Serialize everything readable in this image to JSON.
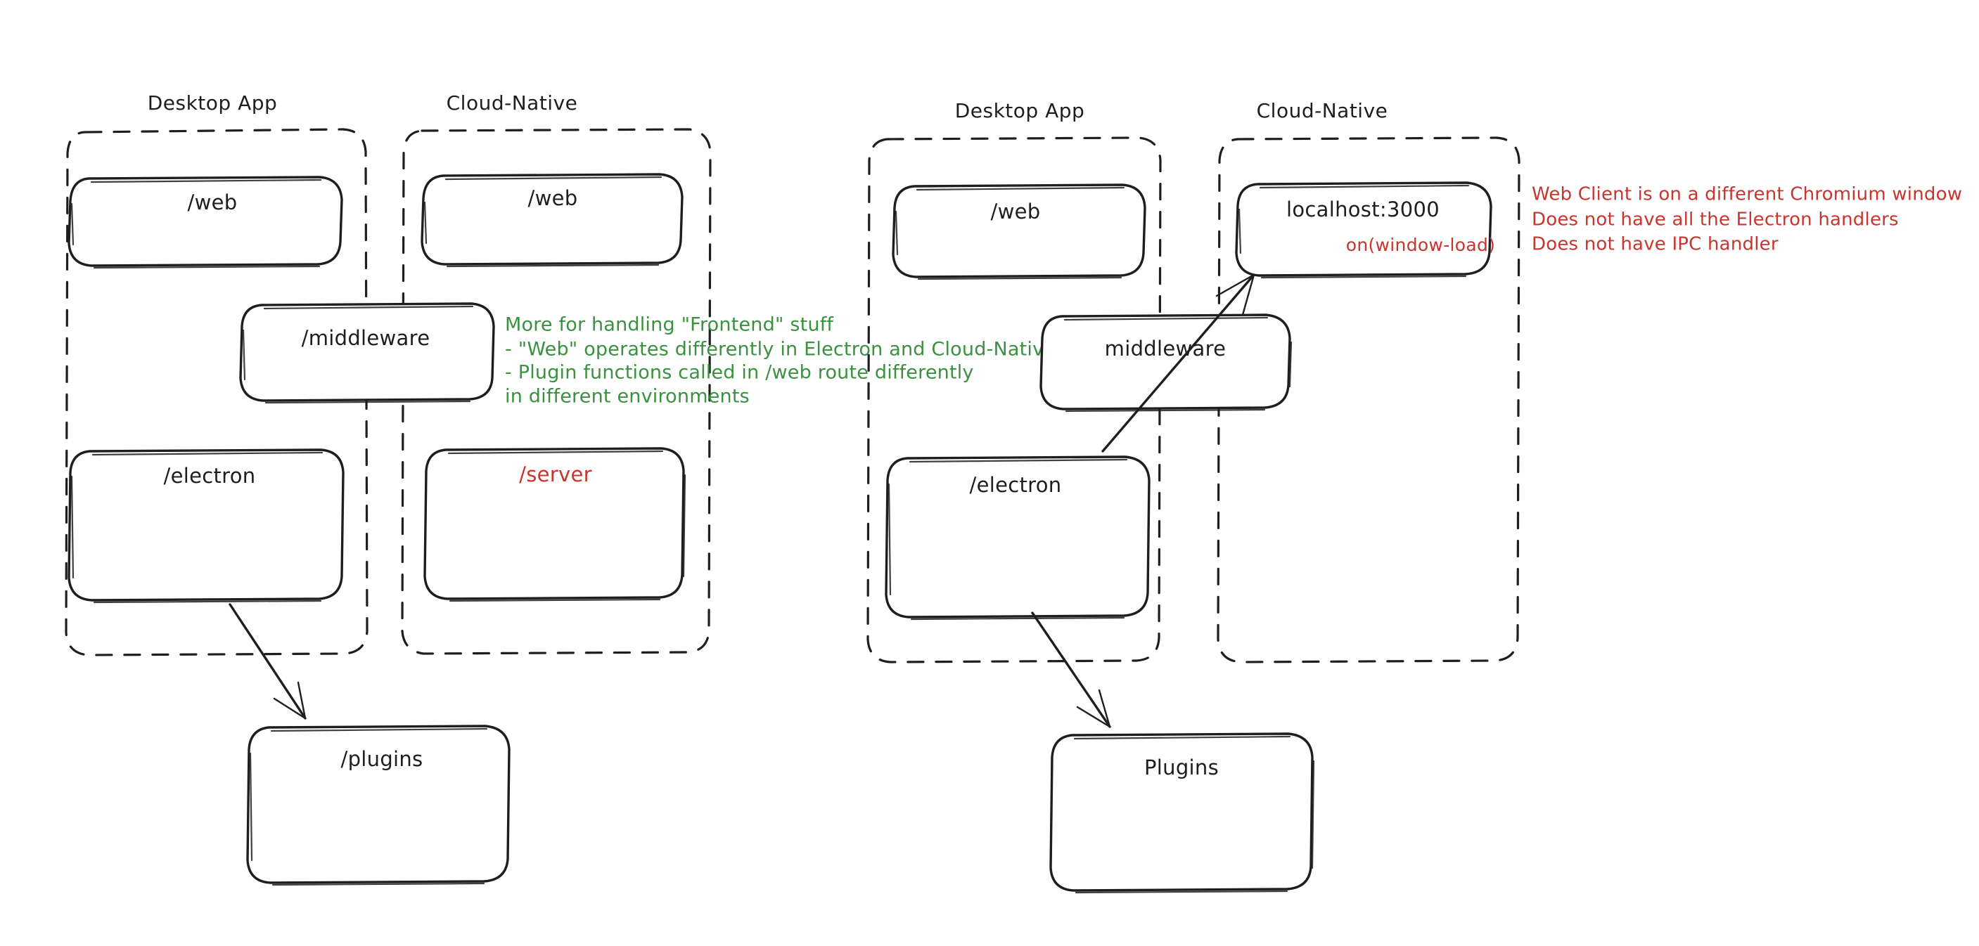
{
  "canvas": {
    "background": "#ffffff",
    "stroke_color": "#1e1e1e",
    "green_color": "#3a9140",
    "red_color": "#c9352e"
  },
  "diagrams": [
    {
      "id": "left",
      "groups": [
        {
          "id": "left-desktop-app",
          "label": "Desktop App"
        },
        {
          "id": "left-cloud-native",
          "label": "Cloud-Native"
        }
      ],
      "nodes": [
        {
          "id": "left-desktop-web",
          "label": "/web"
        },
        {
          "id": "left-cloud-web",
          "label": "/web"
        },
        {
          "id": "left-middleware",
          "label": "/middleware"
        },
        {
          "id": "left-electron",
          "label": "/electron"
        },
        {
          "id": "left-server",
          "label": "/server",
          "color": "#c9352e"
        },
        {
          "id": "left-plugins",
          "label": "/plugins"
        }
      ],
      "arrows": [
        {
          "id": "left-electron-to-plugins",
          "from": "left-electron",
          "to": "left-plugins"
        }
      ]
    },
    {
      "id": "right",
      "groups": [
        {
          "id": "right-desktop-app",
          "label": "Desktop App"
        },
        {
          "id": "right-cloud-native",
          "label": "Cloud-Native"
        }
      ],
      "nodes": [
        {
          "id": "right-desktop-web",
          "label": "/web"
        },
        {
          "id": "right-localhost",
          "label": "localhost:3000",
          "sub_label": "on(window-load)",
          "sub_color": "#c9352e"
        },
        {
          "id": "right-middleware",
          "label": "middleware"
        },
        {
          "id": "right-electron",
          "label": "/electron"
        },
        {
          "id": "right-plugins",
          "label": "Plugins"
        }
      ],
      "arrows": [
        {
          "id": "right-electron-to-localhost",
          "from": "right-electron",
          "to": "right-localhost"
        },
        {
          "id": "right-electron-to-plugins",
          "from": "right-electron",
          "to": "right-plugins"
        }
      ]
    }
  ],
  "annotations": {
    "green_note": {
      "id": "green-note",
      "color": "#3a9140",
      "lines": [
        "More for handling \"Frontend\" stuff",
        "- \"Web\" operates differently in Electron and Cloud-Native",
        "- Plugin functions called in /web route differently",
        "in different environments"
      ]
    },
    "red_note": {
      "id": "red-note",
      "color": "#c9352e",
      "lines": [
        "Web Client is on a different Chromium window",
        "Does not have all the Electron handlers",
        "Does not have IPC handler"
      ]
    }
  }
}
